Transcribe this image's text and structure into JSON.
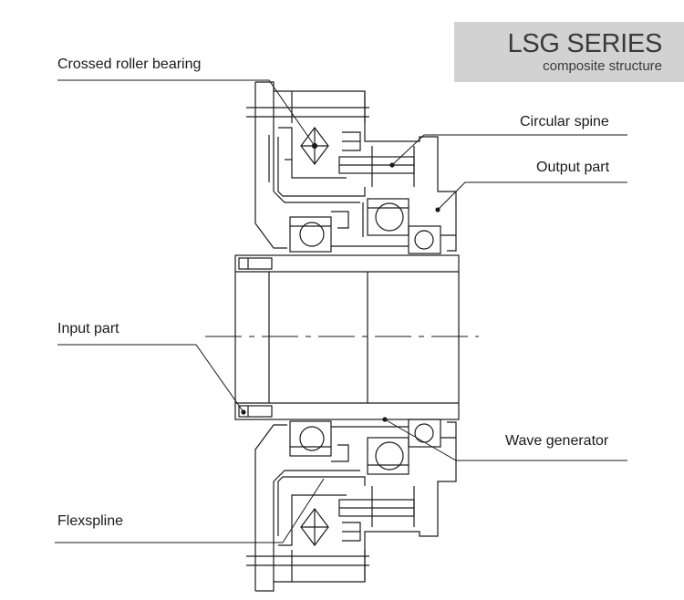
{
  "header": {
    "title": "LSG SERIES",
    "subtitle": "composite structure"
  },
  "labels": {
    "crossed_roller_bearing": "Crossed roller bearing",
    "circular_spine": "Circular spine",
    "output_part": "Output part",
    "input_part": "Input part",
    "wave_generator": "Wave generator",
    "flexspline": "Flexspline"
  },
  "colors": {
    "line": "#1a1a1a",
    "title_box": "#d2d2d2",
    "title_text": "#3a3a3a"
  }
}
